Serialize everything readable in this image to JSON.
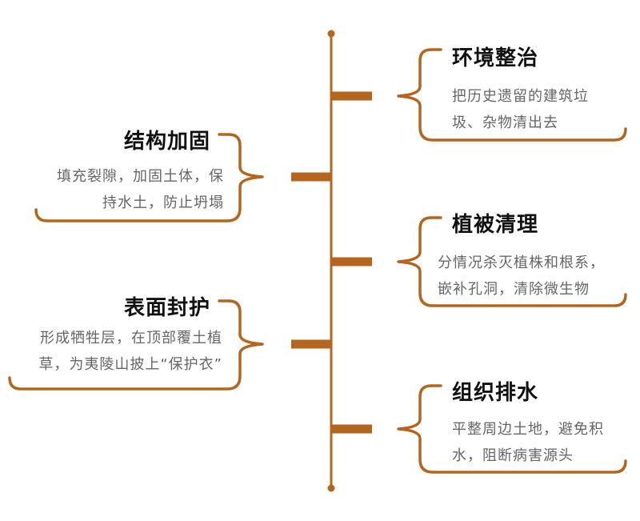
{
  "colors": {
    "accent": "#b5651d",
    "title": "#111111",
    "text": "#666666"
  },
  "items": [
    {
      "id": "environment",
      "side": "right",
      "title": "环境整治",
      "lines": [
        "把历史遗留的建筑垃",
        "圾、杂物清出去"
      ]
    },
    {
      "id": "structure",
      "side": "left",
      "title": "结构加固",
      "lines": [
        "填充裂隙，加固土体，保",
        "持水土，防止坍塌"
      ]
    },
    {
      "id": "vegetation",
      "side": "right",
      "title": "植被清理",
      "lines": [
        "分情况杀灭植株和根系，",
        "嵌补孔洞，清除微生物"
      ]
    },
    {
      "id": "surface",
      "side": "left",
      "title": "表面封护",
      "lines": [
        "形成牺牲层，在顶部覆土植",
        "草，为夷陵山披上“保护衣”"
      ]
    },
    {
      "id": "drainage",
      "side": "right",
      "title": "组织排水",
      "lines": [
        "平整周边土地，避免积",
        "水，阻断病害源头"
      ]
    }
  ]
}
